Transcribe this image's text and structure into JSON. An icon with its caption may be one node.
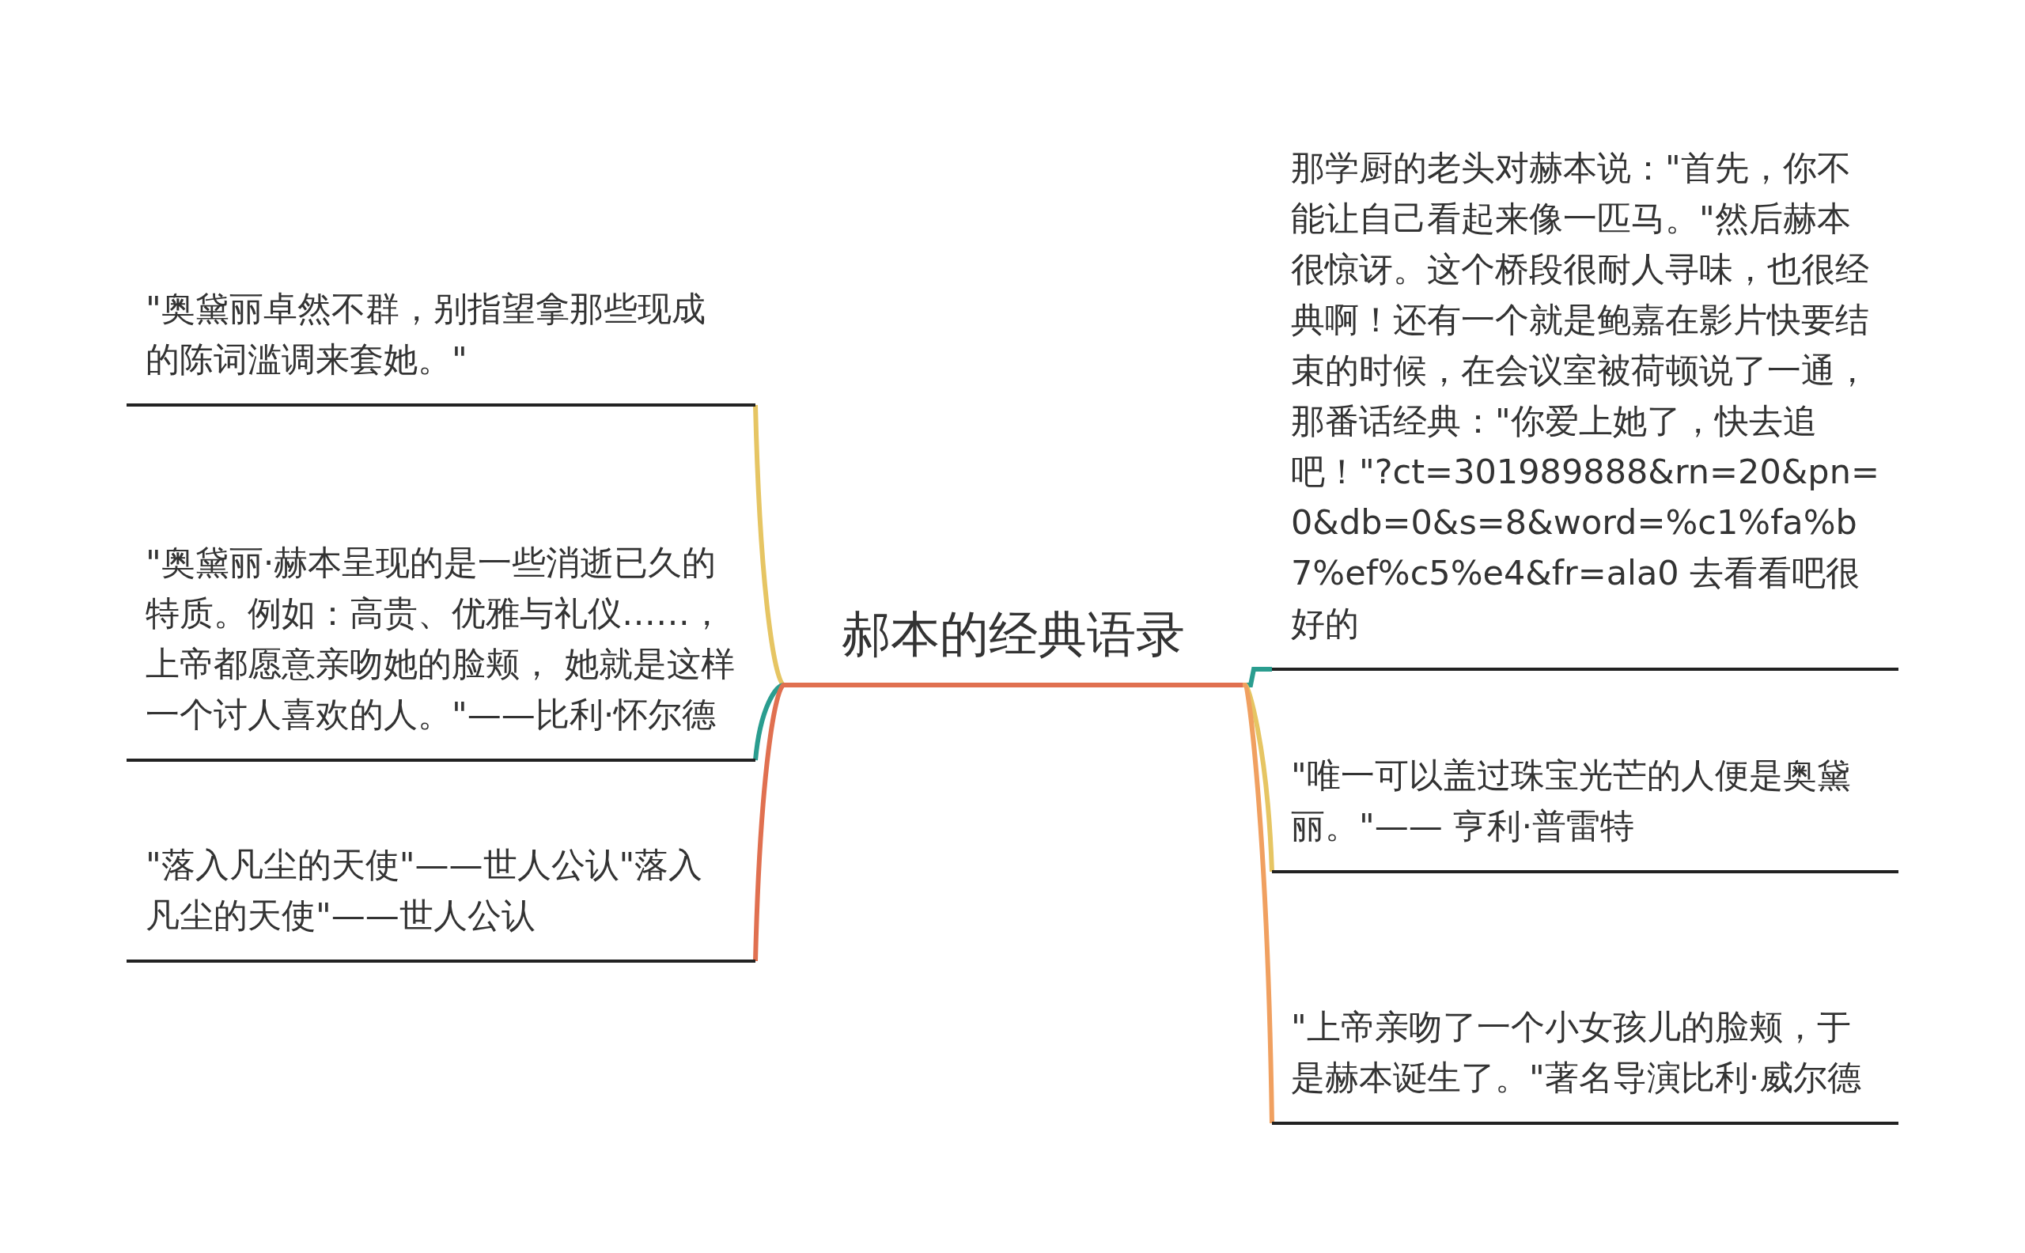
{
  "diagram": {
    "nodes": [
      {
        "text": [
          "郝本的经典语录"
        ]
      },
      {
        "text": [
          "\"奥黛丽卓然不群，别指望拿那些现成的陈词滥调来套她。\""
        ]
      },
      {
        "text": [
          "\"奥黛丽·赫本呈现的是一些消逝已久的特质。例如：高贵、优雅与礼仪……，上帝都愿意亲吻她的脸颊， 她就是这样一个讨人喜欢的人。\"——比利·怀尔德"
        ]
      },
      {
        "text": [
          "\"落入凡尘的天使\"——世人公认\"落入凡尘的天使\"——世人公认"
        ]
      },
      {
        "text": [
          "那学厨的老头对赫本说：\"首先，你不能让自己看起来像一匹马。\"然后赫本很惊讶。这个桥段很耐人寻味，也很经典啊！还有一个就是鲍嘉在影片快要结束的时候，在会议室被荷顿说了一通，那番话经典：\"你爱上她了，快去追吧！\"?ct=301989888&rn=20&pn=0&db=0&s=8&word=%c1%fa%b7%ef%c5%e4&fr=ala0 去看看吧很好的"
        ]
      },
      {
        "text": [
          "\"唯一可以盖过珠宝光芒的人便是奥黛丽。\"—— 亨利·普雷特"
        ]
      },
      {
        "text": [
          "\"上帝亲吻了一个小女孩儿的脸颊，于是赫本诞生了。\"著名导演比利·威尔德"
        ]
      }
    ],
    "edges": [
      {
        "from": 0,
        "to": 1,
        "arrow": "none",
        "color": "#e6c563"
      },
      {
        "from": 0,
        "to": 2,
        "arrow": "none",
        "color": "#2a9d8f"
      },
      {
        "from": 0,
        "to": 3,
        "arrow": "none",
        "color": "#e07050"
      },
      {
        "from": 0,
        "to": 4,
        "arrow": "none",
        "color": "#2a9d8f"
      },
      {
        "from": 0,
        "to": 5,
        "arrow": "none",
        "color": "#e6c563"
      },
      {
        "from": 0,
        "to": 6,
        "arrow": "none",
        "color": "#f0a060"
      }
    ]
  }
}
